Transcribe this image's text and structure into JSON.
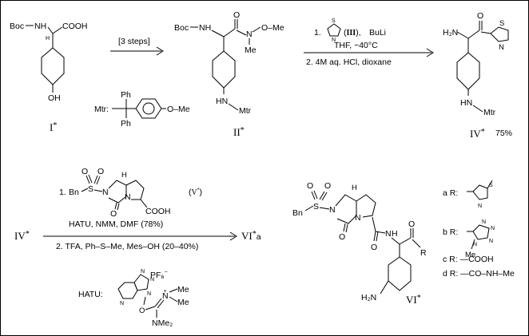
{
  "compounds": {
    "I": {
      "label": "I",
      "star": "*",
      "boc": "Boc",
      "nh": "NH",
      "cooh": "COOH",
      "oh": "OH"
    },
    "II": {
      "label": "II",
      "star": "*",
      "boc": "Boc",
      "nh": "NH",
      "o": "O",
      "n": "N",
      "ome": "O–Me",
      "me": "Me",
      "hn": "HN",
      "mtr": "Mtr"
    },
    "IV": {
      "label": "IV",
      "star": "*",
      "yield": "75%",
      "h2n": "H₂N",
      "o": "O",
      "ring_s": "S",
      "ring_n": "N",
      "hn": "HN",
      "mtr": "Mtr"
    },
    "mtr_def": {
      "prefix": "Mtr:",
      "ph_top": "Ph",
      "ph_bottom": "Ph",
      "ome": "O–Me"
    },
    "V": {
      "label": "V",
      "star": "*",
      "bn": "Bn",
      "s": "S",
      "o1": "O",
      "o2": "O",
      "n1": "N",
      "n2": "N",
      "h": "H",
      "cooh": "COOH"
    },
    "VI": {
      "label": "VI",
      "star": "*",
      "bn": "Bn",
      "s": "S",
      "o1": "O",
      "o2": "O",
      "n1": "N",
      "n2": "N",
      "h": "H",
      "amide_o": "O",
      "nh": "N",
      "nh_h": "H",
      "h2n": "H₂N",
      "ketone_o": "O",
      "r": "R"
    },
    "IV_left": {
      "label": "IV",
      "star": "*"
    },
    "VIa": {
      "label": "VI",
      "star": "*",
      "suffix": "a"
    },
    "III": {
      "label": "III"
    }
  },
  "steps": {
    "step1": {
      "text": "[3 steps]"
    },
    "step2": {
      "line1_prefix": "1.",
      "line1_reagent": "BuLi",
      "line1_thiazole_s": "S",
      "line1_thiazole_n": "N",
      "line1b": "THF,  −40°C",
      "line2": "2. 4M aq. HCl, dioxane"
    },
    "step3": {
      "line1_prefix": "1.",
      "line1b": "HATU,  NMM,  DMF (78%)",
      "line2": "2. TFA,  Ph–S–Me,  Mes–OH  (20–40%)"
    }
  },
  "r_groups": [
    {
      "key": "a",
      "label": "a  R:",
      "s": "S",
      "n": "N"
    },
    {
      "key": "b",
      "label": "b  R:",
      "n1": "N",
      "n2": "N",
      "n3": "N",
      "n4": "N",
      "me": "Me"
    },
    {
      "key": "c",
      "label": "c  R:  —COOH"
    },
    {
      "key": "d",
      "label": "d  R:  —CO–NH–Me"
    }
  ],
  "hatu": {
    "label": "HATU:",
    "pf6": "PF₆",
    "minus": "−",
    "plus": "+",
    "nme_top": "N",
    "me1": "Me",
    "me2": "Me",
    "o": "O",
    "nme2": "NMe₂",
    "ring_n1": "N",
    "ring_n2": "N",
    "ring_n3": "N",
    "ring_n4": "N"
  }
}
